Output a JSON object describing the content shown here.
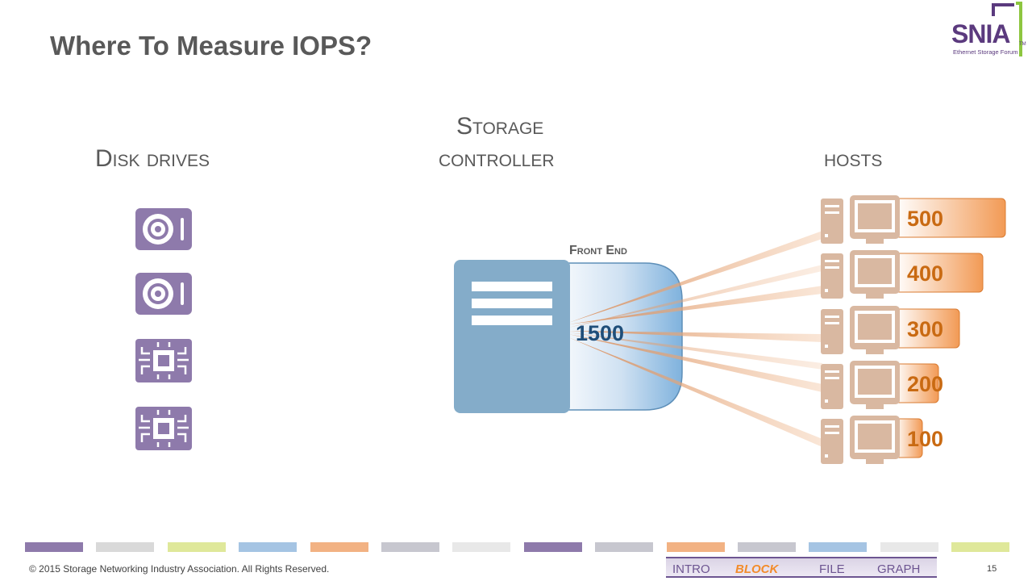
{
  "slide": {
    "title": "Where To Measure IOPS?",
    "page_number": "15",
    "copyright": "© 2015 Storage Networking Industry Association. All Rights Reserved."
  },
  "logo": {
    "name": "SNIA",
    "trademark": "TM",
    "subtitle": "Ethernet Storage Forum"
  },
  "columns": {
    "disk_drives": "Disk drives",
    "storage_line1": "Storage",
    "storage_line2": "controller",
    "hosts": "hosts"
  },
  "disk_icons": [
    "hdd-icon",
    "hdd-icon",
    "ssd-chip-icon",
    "ssd-chip-icon"
  ],
  "controller": {
    "front_end_label": "Front End",
    "iops_total": "1500"
  },
  "hosts": [
    {
      "iops": "500",
      "icon": "computer-icon"
    },
    {
      "iops": "400",
      "icon": "computer-icon"
    },
    {
      "iops": "300",
      "icon": "computer-icon"
    },
    {
      "iops": "200",
      "icon": "computer-icon"
    },
    {
      "iops": "100",
      "icon": "computer-icon"
    }
  ],
  "nav": {
    "items": [
      "INTRO",
      "BLOCK",
      "FILE",
      "GRAPH"
    ],
    "active": "BLOCK"
  },
  "colors": {
    "purple": "#8e7aab",
    "orange": "#f28c2c",
    "host_value": "#c96a12",
    "controller_blue": "#81a9c9",
    "host_icon": "#d9b8a1"
  },
  "deco_bar_colors": [
    "#8e7aab",
    "#d9d9d9",
    "#dfe89a",
    "#a5c4e3",
    "#f2b283",
    "#c7c7cf",
    "#e8e8e8",
    "#8e7aab",
    "#c7c7cf",
    "#f2b283",
    "#c7c7cf",
    "#a5c4e3",
    "#e8e8e8",
    "#dfe89a"
  ]
}
